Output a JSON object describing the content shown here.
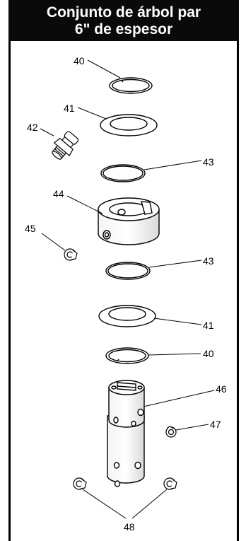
{
  "header": {
    "line1": "Conjunto de árbol par",
    "line2": "6\" de espesor"
  },
  "callouts": {
    "c40_top": "40",
    "c41_top": "41",
    "c42": "42",
    "c43_top": "43",
    "c44": "44",
    "c45": "45",
    "c43_bottom": "43",
    "c41_bottom": "41",
    "c40_bottom": "40",
    "c46": "46",
    "c47": "47",
    "c48": "48"
  }
}
